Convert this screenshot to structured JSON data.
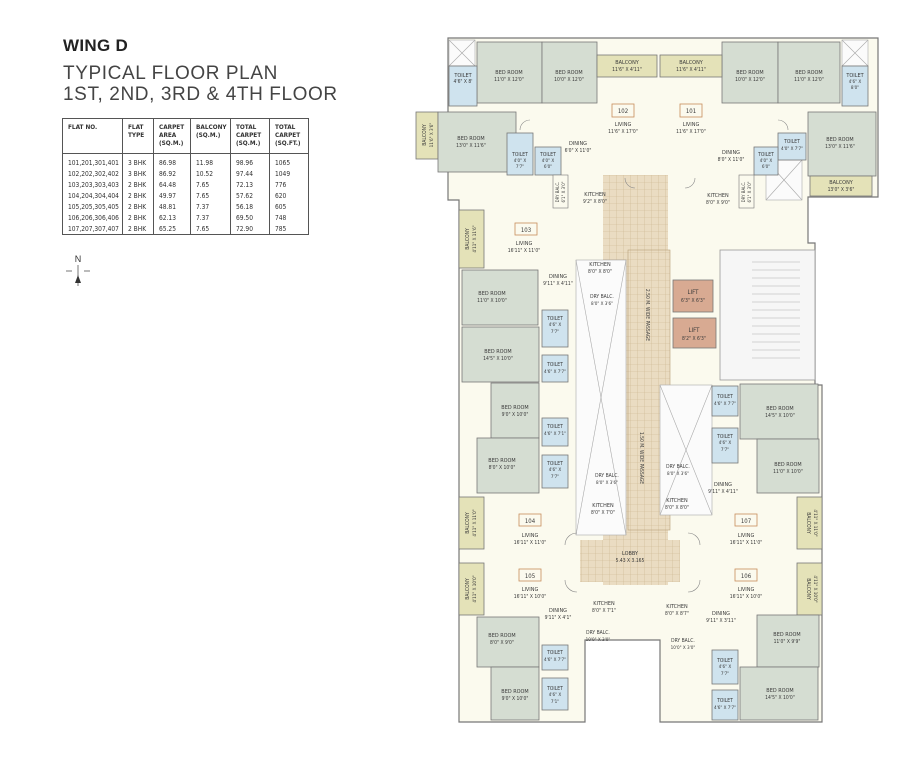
{
  "header": {
    "wing": "WING D",
    "line1": "TYPICAL FLOOR PLAN",
    "line2": "1ST, 2ND, 3RD & 4TH FLOOR"
  },
  "north_label": "N",
  "area_table": {
    "headers": [
      "FLAT NO.",
      "FLAT TYPE",
      "CARPET AREA (SQ.M.)",
      "BALCONY (SQ.M.)",
      "TOTAL CARPET (SQ.M.)",
      "TOTAL CARPET (SQ.FT.)"
    ],
    "rows": [
      [
        "101,201,301,401",
        "3 BHK",
        "86.98",
        "11.98",
        "98.96",
        "1065"
      ],
      [
        "102,202,302,402",
        "3 BHK",
        "86.92",
        "10.52",
        "97.44",
        "1049"
      ],
      [
        "103,203,303,403",
        "2 BHK",
        "64.48",
        "7.65",
        "72.13",
        "776"
      ],
      [
        "104,204,304,404",
        "2 BHK",
        "49.97",
        "7.65",
        "57.62",
        "620"
      ],
      [
        "105,205,305,405",
        "2 BHK",
        "48.81",
        "7.37",
        "56.18",
        "605"
      ],
      [
        "106,206,306,406",
        "2 BHK",
        "62.13",
        "7.37",
        "69.50",
        "748"
      ],
      [
        "107,207,307,407",
        "2 BHK",
        "65.25",
        "7.65",
        "72.90",
        "785"
      ]
    ]
  },
  "flats": [
    "102",
    "101",
    "103",
    "104",
    "107",
    "105",
    "106"
  ],
  "rooms": {
    "toilet": "TOILET",
    "bed_room": "BED ROOM",
    "balcony": "BALCONY",
    "living": "LIVING",
    "dining": "DINING",
    "kitchen": "KITCHEN",
    "dry_balc": "DRY BALC.",
    "lift": "LIFT",
    "lobby": "LOBBY"
  },
  "dims": {
    "t_4x8": "4'6\" X 8'",
    "br_11x12": "11'0\" X 12'0\"",
    "br_10x12": "10'0\" X 12'0\"",
    "bal_11x4": "11'6\" X 4'11\"",
    "bal_4x11_v": "4'11\" X 11'6\"",
    "bal_13x3": "13'0\" X 3'6\"",
    "br_13x11": "13'0\" X 11'6\"",
    "liv_11x17": "11'6\" X 17'0\"",
    "din_8x11": "8'0\" X 11'0\"",
    "t_4x7": "4'0\" X 7'7\"",
    "t_4x6": "4'0\" X 6'0\"",
    "t_4x7b": "4'6\" X 7'7\"",
    "k_9x8": "9'2\" X 8'0\"",
    "k_8x9": "8'0\" X 9'0\"",
    "db_6x3": "6'1\" X 3'0\"",
    "liv_16x11": "16'11\" X 11'0\"",
    "liv_16x10": "16'11\" X 10'0\"",
    "bal_4x11": "4'11\" X 11'0\"",
    "bal_4x10": "4'11\" X 10'0\"",
    "k_8x8": "8'0\" X 8'0\"",
    "k_8x7": "8'0\" X 7'0\"",
    "k_8x71": "8'0\" X 7'1\"",
    "k_8x87": "8'0\" X 8'7\"",
    "din_9x4": "9'11\" X 4'11\"",
    "din_9x41": "9'11\" X 4'1\"",
    "din_9x3": "9'11\" X 3'11\"",
    "db_8x3": "8'0\" X 3'6\"",
    "db_10x3": "10'0\" X 3'0\"",
    "br_11x10": "11'0\" X 10'0\"",
    "br_14x10": "14'5\" X 10'0\"",
    "br_9x10": "9'0\" X 10'0\"",
    "br_8x10": "8'0\" X 10'0\"",
    "br_8x9": "8'0\" X 9'0\"",
    "br_11x9": "11'0\" X 9'9\"",
    "t_4x7c": "4'6\" X 7'1\"",
    "t_4x7d": "4'6\" X 7'7\"",
    "t_4x7e": "4'6\" X 7'7\"",
    "lift_6x6": "6'3\" X 6'3\"",
    "lift_8x6": "8'2\" X 6'3\"",
    "lobby": "5.43 X 3.165",
    "passage": "2.50 M. WIDE PASSAGE",
    "passage2": "1.50 M. WIDE PASSAGE"
  }
}
